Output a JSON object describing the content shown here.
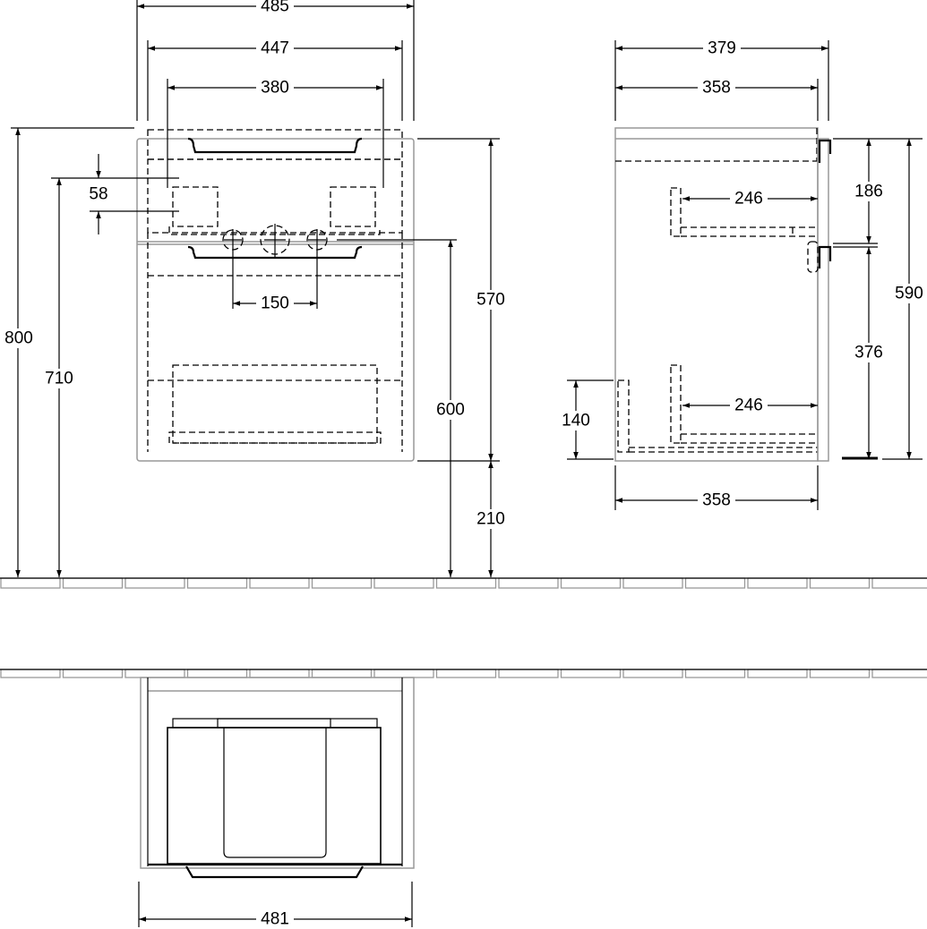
{
  "drawing": {
    "front_view": {
      "overall_width": "485",
      "inner_width": "447",
      "fixing_spacing": "380",
      "tap_hole_spacing": "150",
      "fixing_height_offset": "58",
      "total_height": "800",
      "fixing_height": "710",
      "waste_height": "600",
      "cabinet_height": "570",
      "floor_clearance": "210"
    },
    "side_view": {
      "overall_depth": "379",
      "body_depth": "358",
      "bottom_depth": "358",
      "upper_drawer_depth": "246",
      "lower_drawer_depth": "246",
      "upper_drawer_height": "186",
      "lower_drawer_height": "376",
      "front_height": "590",
      "siphon_cutout_height": "140"
    },
    "top_view": {
      "width": "481"
    }
  }
}
